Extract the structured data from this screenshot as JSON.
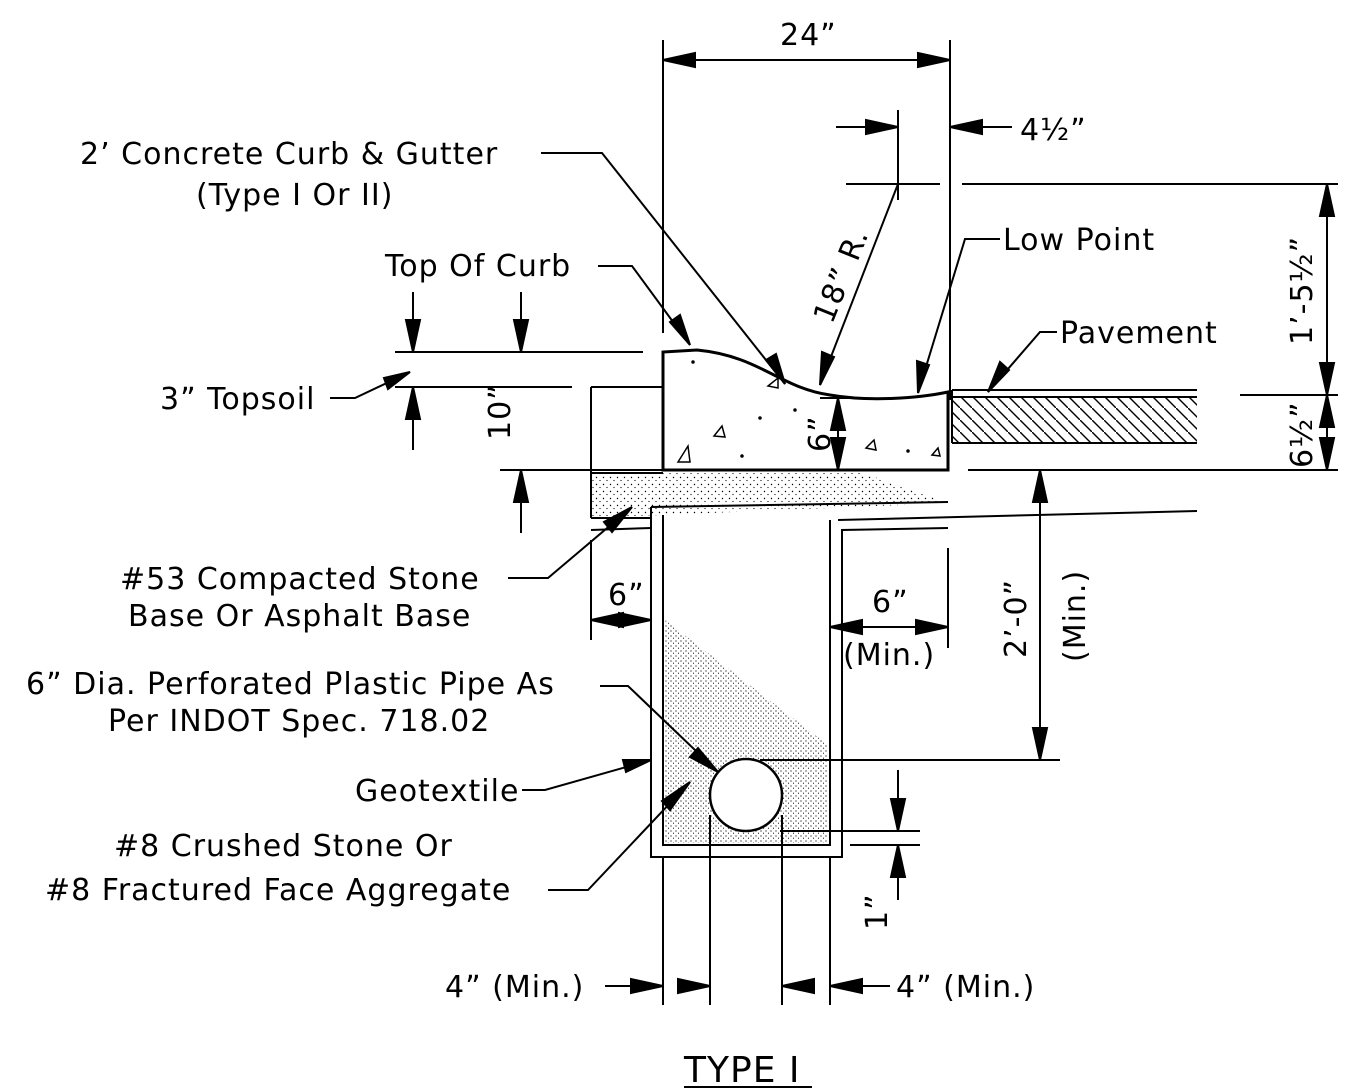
{
  "labels": {
    "curb_gutter_line1": "2’ Concrete Curb & Gutter",
    "curb_gutter_line2": "(Type I  Or II)",
    "top_of_curb": "Top Of Curb",
    "topsoil": "3” Topsoil",
    "low_point": "Low Point",
    "pavement": "Pavement",
    "stone_base_line1": "#53 Compacted Stone",
    "stone_base_line2": "Base Or Asphalt Base",
    "pipe_line1": "6” Dia. Perforated Plastic Pipe As",
    "pipe_line2": "Per INDOT Spec. 718.02",
    "geotextile": "Geotextile",
    "crushed_line1": "#8 Crushed Stone Or",
    "crushed_line2": "#8 Fractured Face Aggregate"
  },
  "dimensions": {
    "width_24": "24”",
    "half_4": "4½”",
    "radius_18": "18” R.",
    "height_10": "10”",
    "height_6_curb": "6”",
    "total_1_5_half": "1’-5½”",
    "pavement_6_half": "6½”",
    "left_6": "6”",
    "right_6": "6”",
    "right_6_min": "(Min.)",
    "depth_2_0": "2’-0”",
    "depth_min": "(Min.)",
    "gap_1": "1”",
    "bottom_left_4": "4” (Min.)",
    "bottom_right_4": "4” (Min.)"
  },
  "title": "TYPE I"
}
